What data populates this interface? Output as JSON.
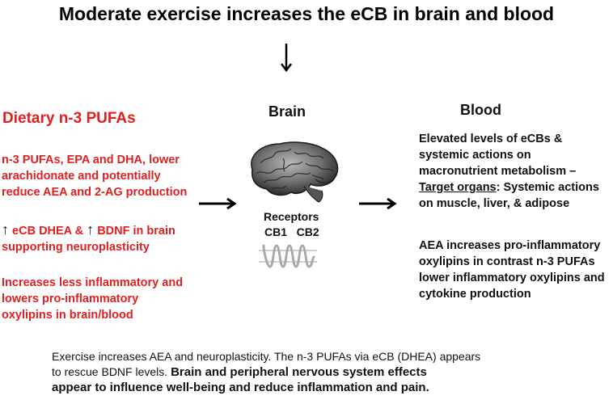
{
  "title": "Moderate exercise increases the eCB in brain and blood",
  "left": {
    "heading": "Dietary n-3 PUFAs",
    "para1": [
      "n-3 PUFAs, EPA and DHA, lower",
      "arachidonate and potentially",
      "reduce AEA and 2-AG production"
    ],
    "para2_line1_a": "eCB DHEA &",
    "para2_line1_b": "BDNF in brain",
    "para2_line2": "supporting neuroplasticity",
    "para3": [
      "Increases less inflammatory and",
      "lowers pro-inflammatory",
      "oxylipins in brain/blood"
    ],
    "arrow_glyph": "↑"
  },
  "center": {
    "heading": "Brain",
    "receptors_label": "Receptors",
    "receptor_types": "CB1   CB2",
    "brain_icon": "brain-icon",
    "receptor_icon": "membrane-receptor-icon"
  },
  "right": {
    "heading": "Blood",
    "para1": [
      "Elevated levels of eCBs &",
      "systemic actions on",
      "macronutrient metabolism –"
    ],
    "target_organs_label": "Target organs",
    "target_organs_rest": ": Systemic actions",
    "para1_last": "on muscle, liver, & adipose",
    "para2": [
      "AEA increases pro-inflammatory",
      "oxylipins in contrast n-3 PUFAs",
      "lower inflammatory oxylipins and",
      "cytokine production"
    ]
  },
  "footer": {
    "line1": "Exercise increases AEA and neuroplasticity. The n-3 PUFAs via eCB (DHEA) appears",
    "line2_a": "to rescue BDNF levels. ",
    "line2_b": "Brain and peripheral nervous system effects",
    "line3": "appear to influence well-being and reduce inflammation and pain."
  },
  "colors": {
    "red_text": "#e02020",
    "black_text": "#111111"
  }
}
